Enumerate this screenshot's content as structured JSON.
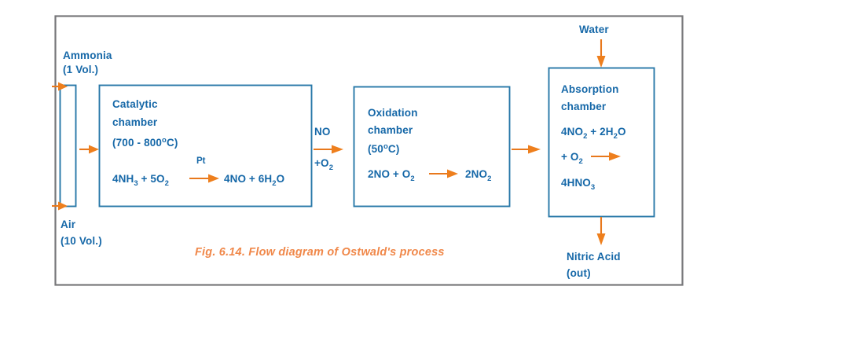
{
  "figure": {
    "caption": "Fig. 6.14. Flow diagram of Ostwald's process",
    "frame_color": "#77777a",
    "text_color": "#1668a8",
    "arrow_color": "#ee7f1d",
    "box_border_color": "#2878a8",
    "caption_color": "#f0884a",
    "background": "#ffffff"
  },
  "inputs": {
    "ammonia": {
      "label": "Ammonia",
      "volume": "(1 Vol.)"
    },
    "air": {
      "label": "Air",
      "volume": "(10 Vol.)"
    },
    "water": {
      "label": "Water"
    }
  },
  "outputs": {
    "nitric_acid": {
      "label": "Nitric Acid",
      "state": "(out)"
    }
  },
  "chambers": [
    {
      "id": "catalytic-chamber",
      "name_line1": "Catalytic",
      "name_line2": "chamber",
      "condition": "(700 - 800",
      "condition_deg": "o",
      "condition_tail": "C)",
      "reaction": {
        "left_main": "4NH",
        "left_sub1": "3",
        "left_mid": " + 5O",
        "left_sub2": "2",
        "catalyst": "Pt",
        "right_main": "4NO + 6H",
        "right_sub": "2",
        "right_tail": "O"
      }
    },
    {
      "id": "oxidation-chamber",
      "name_line1": "Oxidation",
      "name_line2": "chamber",
      "condition": "(50",
      "condition_deg": "o",
      "condition_tail": "C)",
      "reaction": {
        "left_main": "2NO + O",
        "left_sub": "2",
        "right_main": "2NO",
        "right_sub": "2"
      }
    },
    {
      "id": "absorption-chamber",
      "name_line1": "Absorption",
      "name_line2": "chamber",
      "reaction": {
        "line1_a": "4NO",
        "line1_sub1": "2",
        "line1_b": " + 2H",
        "line1_sub2": "2",
        "line1_c": "O",
        "line2_a": "+ O",
        "line2_sub": "2",
        "line3_a": "4HNO",
        "line3_sub": "3"
      }
    }
  ],
  "connectors": [
    {
      "id": "no-o2-stream",
      "label_top": "NO",
      "label_bottom_main": "+O",
      "label_bottom_sub": "2"
    }
  ]
}
